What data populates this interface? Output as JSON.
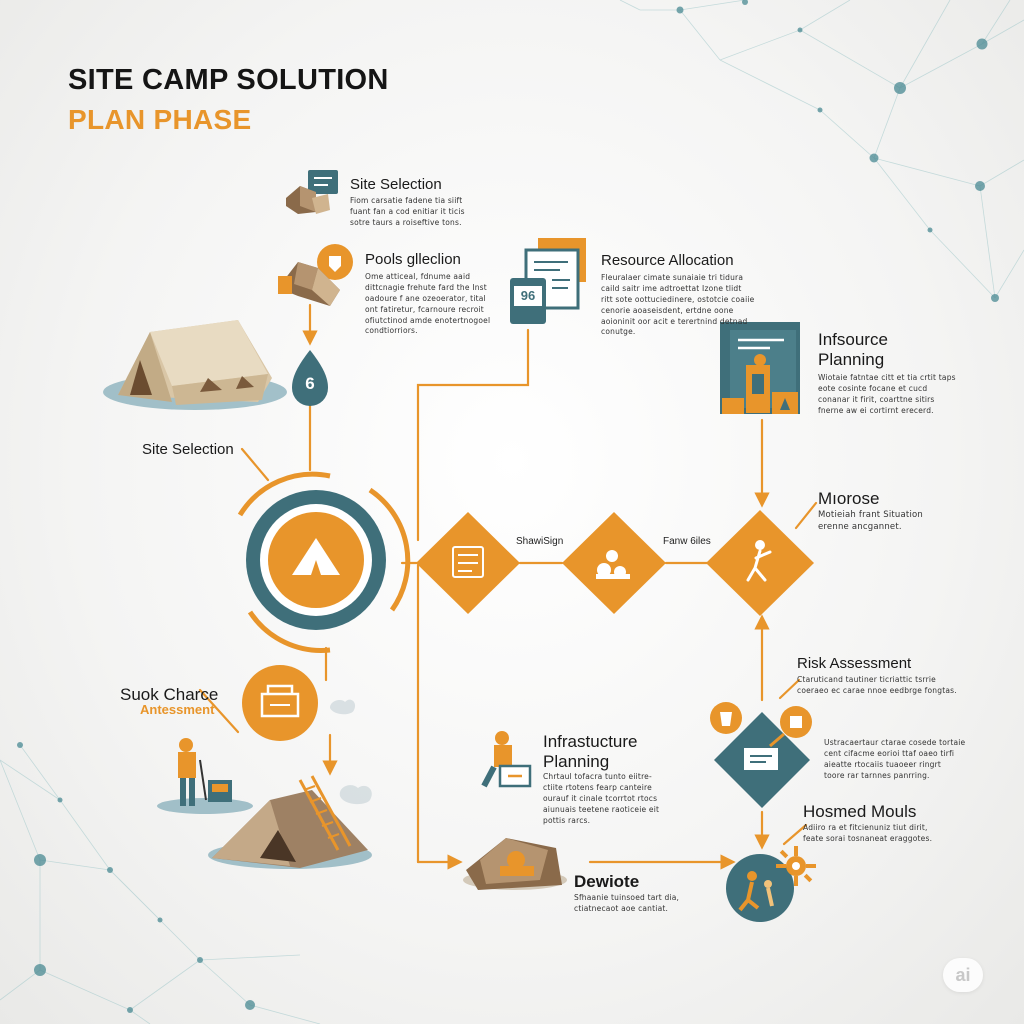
{
  "header": {
    "title": "SITE CAMP SOLUTION",
    "subtitle": "PLAN PHASE"
  },
  "colors": {
    "orange": "#e8952b",
    "teal": "#3f6f7a",
    "tan": "#d9c6a6",
    "brown": "#7a5a3c",
    "dark": "#1a1a1a"
  },
  "steps": {
    "site_selection_top": {
      "title": "Site Selection",
      "desc": [
        "Fiom carsatie fadene tia siift",
        "fuant fan a cod enitiar it ticis",
        "sotre taurs a roiseftive tons."
      ]
    },
    "pools": {
      "title": "Pools glleclion",
      "desc": [
        "Ome atticeal, fdnume aaid",
        "dittcnagie frehute fard the Inst",
        "oadoure f ane ozeoerator, tital",
        "ont fatiretur, fcarnoure recroit",
        "ofiutctinod amde enotertnogoel",
        "condtiorriors."
      ]
    },
    "resource": {
      "title": "Resource Allocation",
      "desc": [
        "Fleuralaer cimate sunaiaie tri tidura",
        "caild saitr ime adtroettat Izone tlidt",
        "ritt sote oottuciedinere, ostotcie coaiie",
        "cenorie aoaseisdent, ertdne oone",
        "aoioninit oor acit e terertnind detnad",
        "conutge."
      ]
    },
    "insource": {
      "title": "Infsource\nPlanning",
      "desc": [
        "Wiotaie fatntae citt et tia crtit taps",
        "eote cosinte focane et cucd",
        "conanar it firit, coarttne sitirs",
        "fnerne aw ei cortirnt erecerd."
      ]
    },
    "morose": {
      "title": "Mıorose",
      "desc": [
        "Motieiah frant Situation",
        "erenne ancgannet."
      ]
    },
    "site_selection_left": {
      "title": "Site Selection"
    },
    "suok": {
      "title": "Suok Charce",
      "sub": "Antessment"
    },
    "risk": {
      "title": "Risk Assessment",
      "desc": [
        "Ctaruticand tautiner ticriattic tsrrie",
        "coeraeo ec carae nnoe eedbrge fongtas."
      ]
    },
    "risk_right": {
      "desc": [
        "Ustracaertaur ctarae cosede tortaie",
        "cent cifacme eorioi ttaf oaeo tirfi",
        "aieatte rtocaiis tuaoeer ringrt",
        "toore rar tarnnes panrring."
      ]
    },
    "infrastructure": {
      "title": "Infrastucture\nPlanning",
      "desc": [
        "Chrtaul tofacra tunto eiitre-",
        "ctiite rtotens fearp canteire",
        "ourauf it cinale tcorrtot rtocs",
        "aiunuais teetene raoticeie eit",
        "pottis rarcs."
      ]
    },
    "hosmed": {
      "title": "Hosmed Mouls",
      "desc": [
        "Adiiro ra et fitcienuniz tiut dirit,",
        "feate sorai tosnaneat eraggotes."
      ]
    },
    "dewiote": {
      "title": "Dewiote",
      "desc": [
        "Sfhaanie tuinsoed tart dia,",
        "ctiatnecaot aoe cantiat."
      ]
    }
  },
  "diamonds": [
    {
      "label": "ShawiSign",
      "icon": "checklist-icon"
    },
    {
      "label": "Fanw 6iles",
      "icon": "materials-icon"
    },
    {
      "label": "",
      "icon": "worker-icon"
    }
  ],
  "icons": {
    "hub": "tent-icon",
    "pin_number": "6",
    "doc_number": "96"
  },
  "watermark": "ai"
}
